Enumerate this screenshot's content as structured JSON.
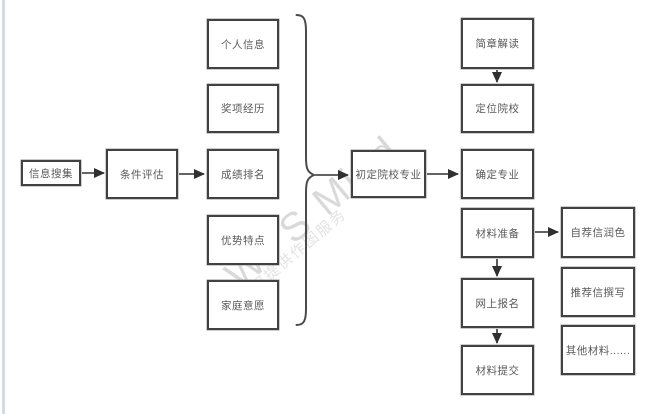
{
  "app": "WPS Mind flowchart",
  "watermark": {
    "large": "WPS Mind",
    "small": "WPS仅提供作图服务"
  },
  "colors": {
    "background": "#ffffff",
    "node_border": "#424242",
    "node_fill": "#ffffff",
    "node_text": "#595959",
    "connector": "#303030",
    "brace": "#4a4a4a",
    "watermark_large": "#d9d9d9",
    "watermark_small": "#e3e3e3",
    "left_edge_band": "#d6dae6"
  },
  "nodes": [
    {
      "id": "info-collection",
      "label": "信息搜集"
    },
    {
      "id": "condition-evaluation",
      "label": "条件评估"
    },
    {
      "id": "personal-info",
      "label": "个人信息"
    },
    {
      "id": "award-experience",
      "label": "奖项经历"
    },
    {
      "id": "grade-ranking",
      "label": "成绩排名"
    },
    {
      "id": "strength-traits",
      "label": "优势特点"
    },
    {
      "id": "family-wishes",
      "label": "家庭意愿"
    },
    {
      "id": "initial-school-major",
      "label": "初定院校专业"
    },
    {
      "id": "brochure-reading",
      "label": "简章解读"
    },
    {
      "id": "locate-schools",
      "label": "定位院校"
    },
    {
      "id": "confirm-major",
      "label": "确定专业"
    },
    {
      "id": "material-preparation",
      "label": "材料准备"
    },
    {
      "id": "online-registration",
      "label": "网上报名"
    },
    {
      "id": "material-submission",
      "label": "材料提交"
    },
    {
      "id": "self-letter-polish",
      "label": "自荐信润色"
    },
    {
      "id": "recommend-letter",
      "label": "推荐信撰写"
    },
    {
      "id": "other-materials",
      "label": "其他材料......"
    }
  ],
  "edges": [
    {
      "from": "info-collection",
      "to": "condition-evaluation"
    },
    {
      "from": "condition-evaluation",
      "to": "grade-ranking"
    },
    {
      "from": "brace-group",
      "to": "initial-school-major"
    },
    {
      "from": "initial-school-major",
      "to": "confirm-major"
    },
    {
      "from": "brochure-reading",
      "to": "locate-schools"
    },
    {
      "from": "material-preparation",
      "to": "self-letter-polish"
    },
    {
      "from": "material-preparation",
      "to": "online-registration"
    },
    {
      "from": "online-registration",
      "to": "material-submission"
    }
  ],
  "brace_group_members": [
    "个人信息",
    "奖项经历",
    "成绩排名",
    "优势特点",
    "家庭意愿"
  ]
}
